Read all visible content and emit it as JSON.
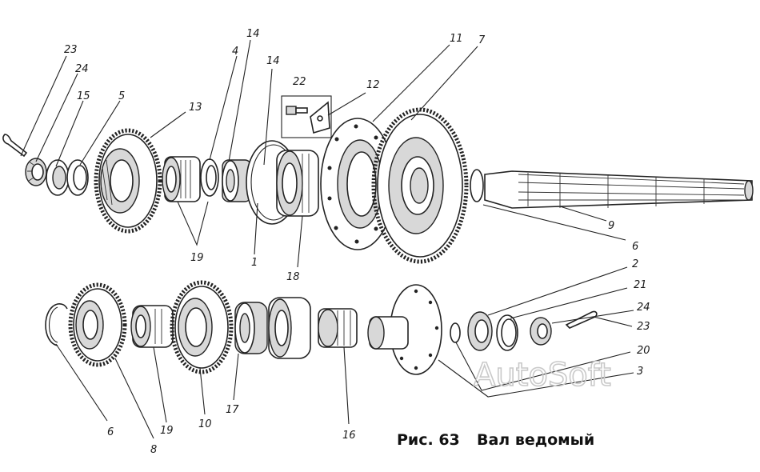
{
  "caption": {
    "figure": "Рис. 63",
    "title": "Вал ведомый"
  },
  "watermark": "AutoSoft",
  "labels": {
    "l23a": "23",
    "l24a": "24",
    "l15": "15",
    "l5": "5",
    "l13": "13",
    "l4": "4",
    "l14a": "14",
    "l14b": "14",
    "l22": "22",
    "l12": "12",
    "l11": "11",
    "l7": "7",
    "l9": "9",
    "l6a": "6",
    "l19a": "19",
    "l1": "1",
    "l18": "18",
    "l2": "2",
    "l21": "21",
    "l24b": "24",
    "l23b": "23",
    "l20": "20",
    "l3": "3",
    "l6b": "6",
    "l8": "8",
    "l19b": "19",
    "l10": "10",
    "l17": "17",
    "l16": "16"
  }
}
